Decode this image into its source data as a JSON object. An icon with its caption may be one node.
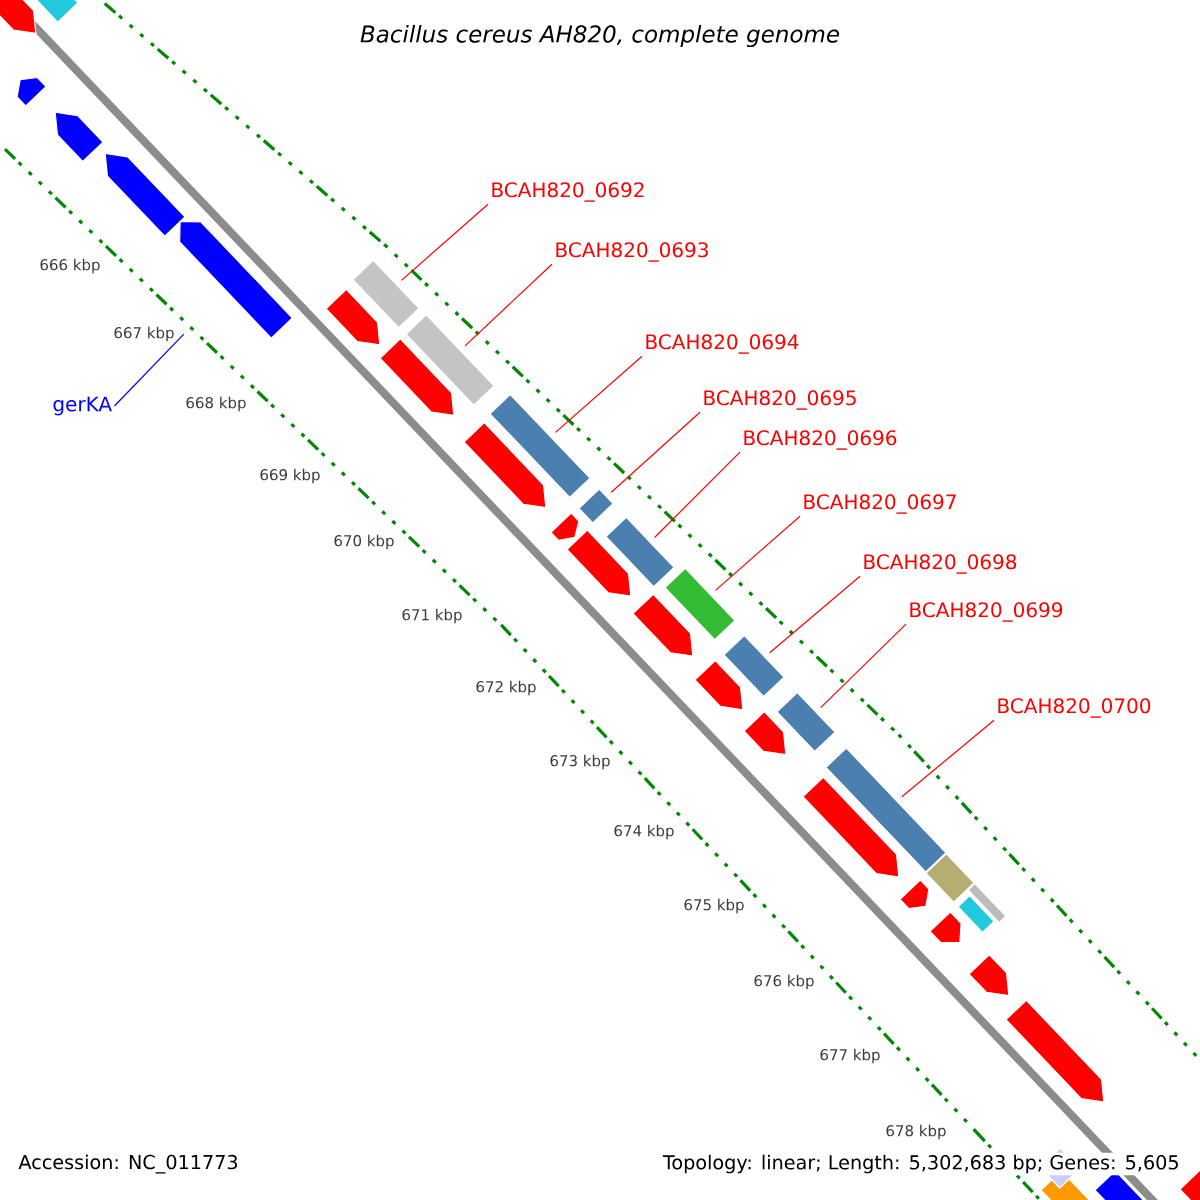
{
  "diagram": {
    "title": "Bacillus cereus AH820, complete genome",
    "nodes": [
      {
        "text": [
          "BCAH820_0692"
        ]
      },
      {
        "text": [
          "BCAH820_0693"
        ]
      },
      {
        "text": [
          "BCAH820_0694"
        ]
      },
      {
        "text": [
          "BCAH820_0695"
        ]
      },
      {
        "text": [
          "BCAH820_0696"
        ]
      },
      {
        "text": [
          "BCAH820_0697"
        ]
      },
      {
        "text": [
          "BCAH820_0698"
        ]
      },
      {
        "text": [
          "BCAH820_0699"
        ]
      },
      {
        "text": [
          "BCAH820_0700"
        ]
      },
      {
        "text": [
          "gerKA"
        ]
      },
      {
        "text": [],
        "shape": "bar"
      },
      {
        "text": [],
        "shape": "bar"
      },
      {
        "text": [],
        "shape": "bar"
      },
      {
        "text": [],
        "shape": "bar"
      },
      {
        "text": [],
        "shape": "bar"
      },
      {
        "text": [],
        "shape": "bar"
      },
      {
        "text": [],
        "shape": "bar"
      },
      {
        "text": [],
        "shape": "bar"
      },
      {
        "text": [],
        "shape": "bar"
      },
      {
        "text": [],
        "shape": "arrow"
      }
    ],
    "edges": [
      {
        "from": 0,
        "to": 10,
        "arrow": "none"
      },
      {
        "from": 1,
        "to": 11,
        "arrow": "none"
      },
      {
        "from": 2,
        "to": 12,
        "arrow": "none"
      },
      {
        "from": 3,
        "to": 13,
        "arrow": "none"
      },
      {
        "from": 4,
        "to": 14,
        "arrow": "none"
      },
      {
        "from": 5,
        "to": 15,
        "arrow": "none"
      },
      {
        "from": 6,
        "to": 16,
        "arrow": "none"
      },
      {
        "from": 7,
        "to": 17,
        "arrow": "none"
      },
      {
        "from": 8,
        "to": 18,
        "arrow": "none"
      },
      {
        "from": 9,
        "to": 19,
        "arrow": "none",
        "color": "#0000ff"
      }
    ],
    "labels": [
      "666 kbp",
      "667 kbp",
      "668 kbp",
      "669 kbp",
      "670 kbp",
      "671 kbp",
      "672 kbp",
      "673 kbp",
      "674 kbp",
      "675 kbp",
      "676 kbp",
      "677 kbp",
      "678 kbp",
      "Accession: NC_011773",
      "Topology: linear; Length: 5,302,683 bp; Genes: 5,605"
    ]
  }
}
